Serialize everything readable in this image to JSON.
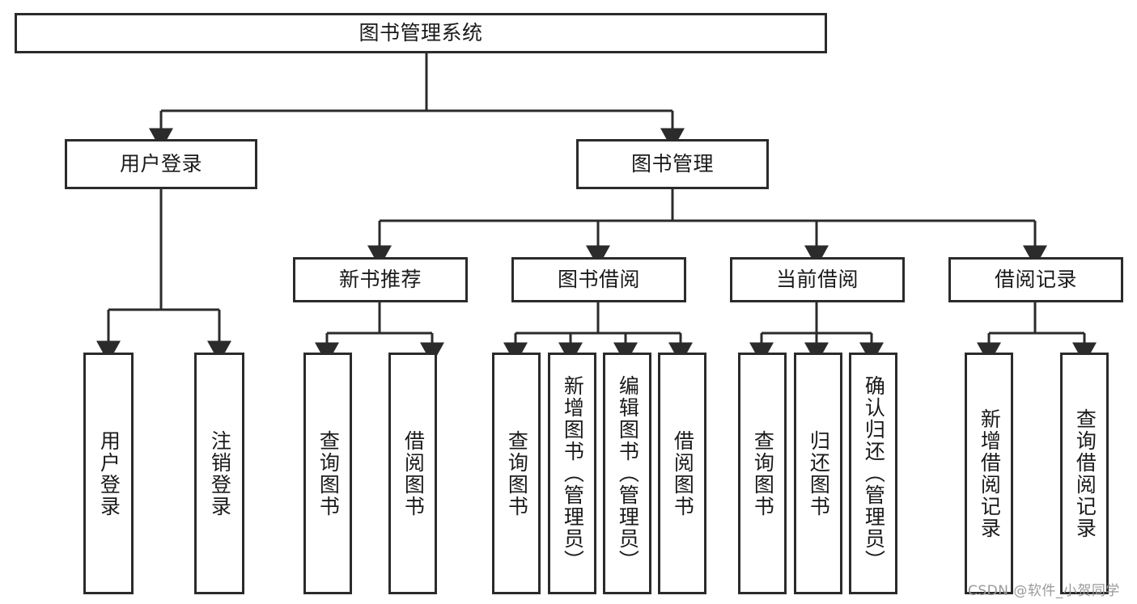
{
  "diagram": {
    "title": "图书管理系统",
    "type": "tree",
    "colors": {
      "border": "#2b2b2b",
      "background": "#ffffff",
      "text": "#1a1a1a",
      "connector": "#2b2b2b",
      "watermark": "#9a9a9a"
    },
    "root": {
      "label": "图书管理系统"
    },
    "level2": [
      {
        "label": "用户登录"
      },
      {
        "label": "图书管理"
      }
    ],
    "level3": [
      {
        "label": "新书推荐"
      },
      {
        "label": "图书借阅"
      },
      {
        "label": "当前借阅"
      },
      {
        "label": "借阅记录"
      }
    ],
    "leaves": {
      "user_login": [
        {
          "label": "用户登录"
        },
        {
          "label": "注销登录"
        }
      ],
      "new_book_recommend": [
        {
          "label": "查询图书"
        },
        {
          "label": "借阅图书"
        }
      ],
      "book_borrow": [
        {
          "label": "查询图书"
        },
        {
          "label": "新增图书（管理员）"
        },
        {
          "label": "编辑图书（管理员）"
        },
        {
          "label": "借阅图书"
        }
      ],
      "current_borrow": [
        {
          "label": "查询图书"
        },
        {
          "label": "归还图书"
        },
        {
          "label": "确认归还（管理员）"
        }
      ],
      "borrow_record": [
        {
          "label": "新增借阅记录"
        },
        {
          "label": "查询借阅记录"
        }
      ]
    },
    "watermark": {
      "text": "CSDN @软件_小贺同学"
    }
  }
}
